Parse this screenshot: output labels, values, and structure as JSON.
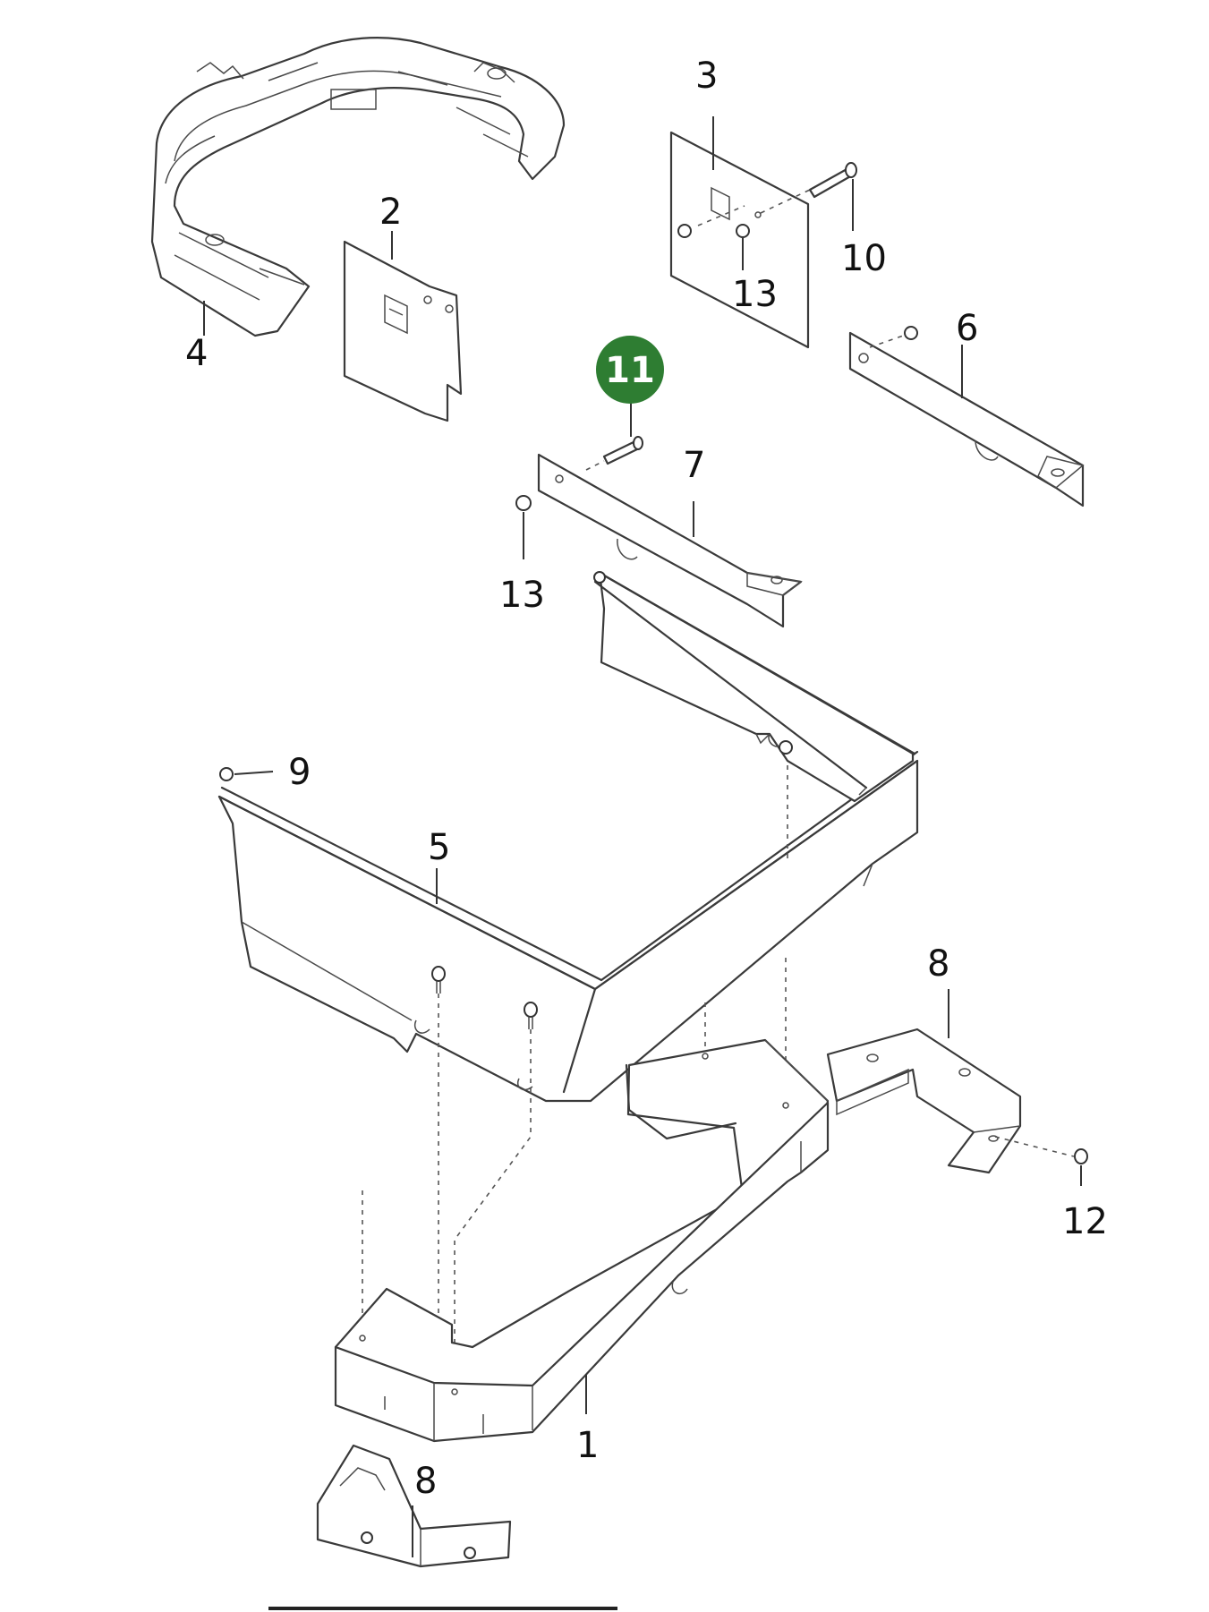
{
  "callouts": {
    "p1": "1",
    "p2": "2",
    "p3": "3",
    "p4": "4",
    "p5": "5",
    "p6": "6",
    "p7": "7",
    "p8_top": "8",
    "p8_bottom": "8",
    "p9": "9",
    "p10": "10",
    "p11": "11",
    "p12": "12",
    "p13_top": "13",
    "p13_mid": "13"
  },
  "highlight": {
    "part": "11",
    "color": "#2e7d32"
  }
}
